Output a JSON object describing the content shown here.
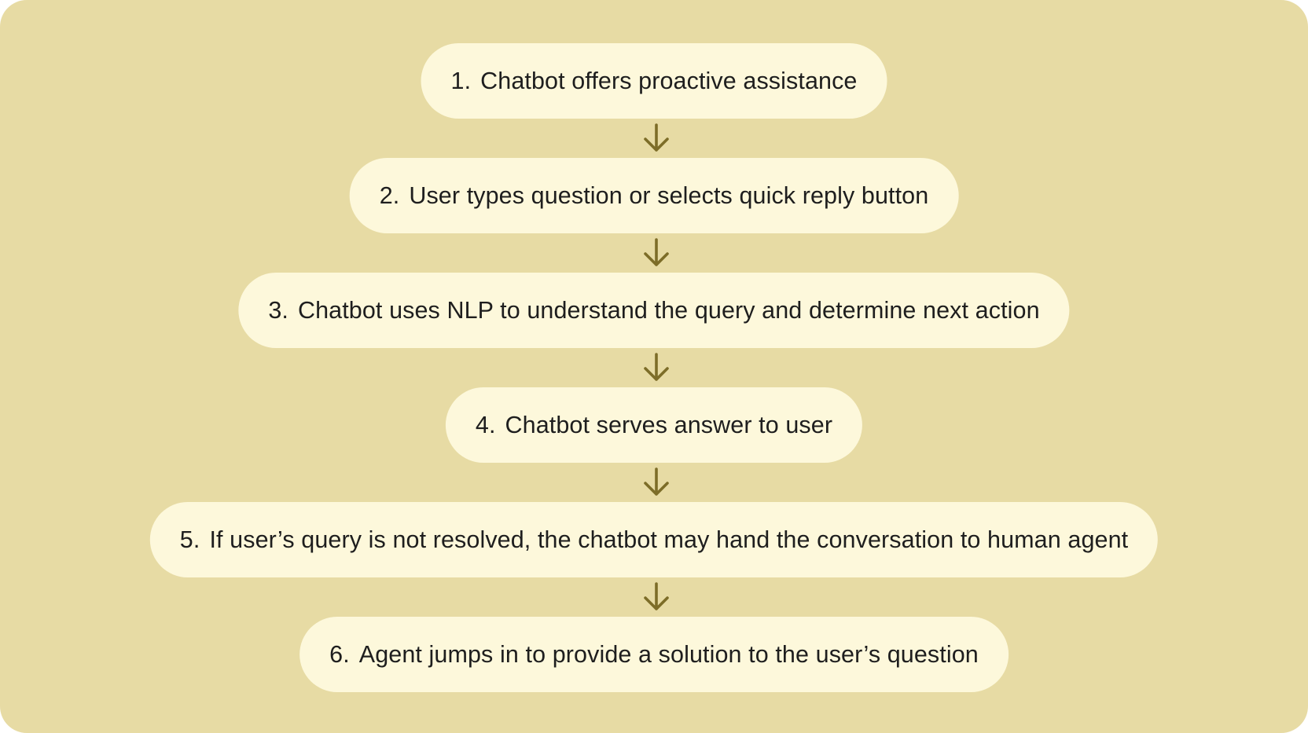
{
  "diagram": {
    "colors": {
      "background": "#e7dba4",
      "step_fill": "#fdf8db",
      "arrow": "#7d6d28",
      "text": "#1e1e1e"
    },
    "steps": [
      {
        "number": "1.",
        "text": "Chatbot offers proactive assistance"
      },
      {
        "number": "2.",
        "text": "User types question or selects quick reply button"
      },
      {
        "number": "3.",
        "text": "Chatbot uses NLP to understand the query and determine next action"
      },
      {
        "number": "4.",
        "text": "Chatbot serves answer to user"
      },
      {
        "number": "5.",
        "text": "If user’s query is not resolved, the chatbot may hand the conversation to human agent"
      },
      {
        "number": "6.",
        "text": "Agent jumps in to provide a solution to the user’s question"
      }
    ],
    "arrow_icon": "arrow-down-icon"
  }
}
